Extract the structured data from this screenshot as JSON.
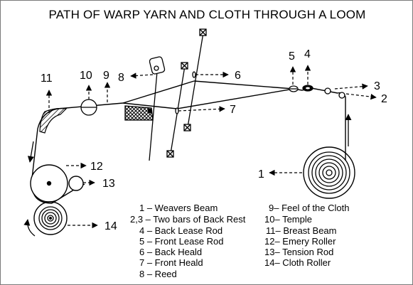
{
  "title": "PATH OF WARP YARN AND CLOTH THROUGH A LOOM",
  "callouts": [
    "1",
    "2",
    "3",
    "4",
    "5",
    "6",
    "7",
    "8",
    "9",
    "10",
    "11",
    "12",
    "13",
    "14"
  ],
  "legend_left": [
    "1 – Weavers Beam",
    "2,3 – Two bars of Back Rest",
    "4 – Back Lease Rod",
    "5 – Front Lease Rod",
    "6 – Back Heald",
    "7 – Front Heald",
    "8 – Reed"
  ],
  "legend_right": [
    "9– Feel of the Cloth",
    "10– Temple",
    "11– Breast Beam",
    "12– Emery Roller",
    "13– Tension Rod",
    "14– Cloth Roller"
  ]
}
